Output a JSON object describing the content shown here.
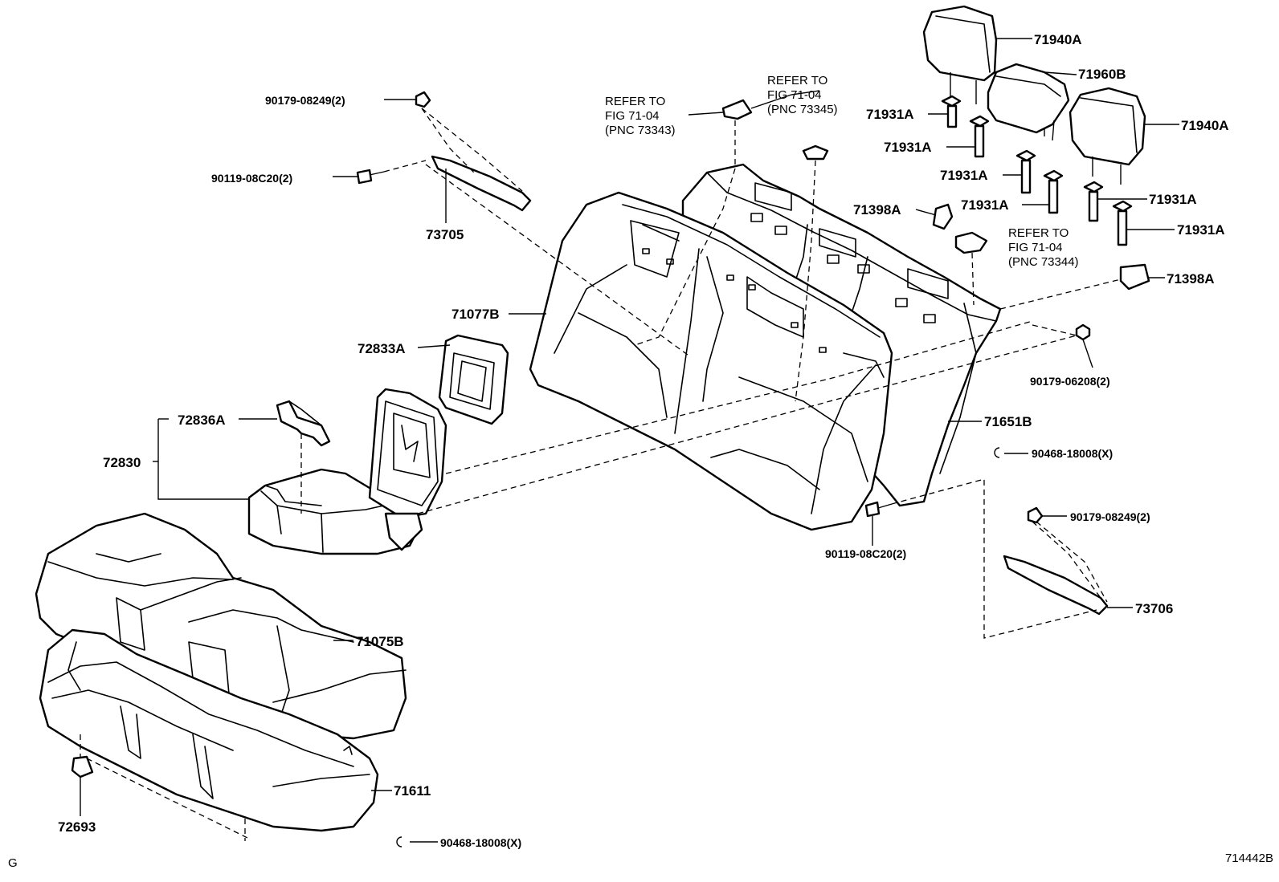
{
  "labels": {
    "p71940A_top": "71940A",
    "p71960B": "71960B",
    "p71940A_right": "71940A",
    "p71931A_1": "71931A",
    "p71931A_2": "71931A",
    "p71931A_3": "71931A",
    "p71931A_4": "71931A",
    "p71931A_5": "71931A",
    "p71931A_6": "71931A",
    "p71398A_1": "71398A",
    "p71398A_2": "71398A",
    "p90179_06208": "90179-06208(2)",
    "p71651B": "71651B",
    "p90468_18008_r": "90468-18008(X)",
    "p90179_08249_r": "90179-08249(2)",
    "p73706": "73706",
    "p90119_08C20_r": "90119-08C20(2)",
    "p90179_08249_l": "90179-08249(2)",
    "p90119_08C20_l": "90119-08C20(2)",
    "p73705": "73705",
    "p71077B": "71077B",
    "p72833A": "72833A",
    "p72836A": "72836A",
    "p72830": "72830",
    "p71075B": "71075B",
    "p71611": "71611",
    "p72693": "72693",
    "p90468_18008_b": "90468-18008(X)"
  },
  "refs": {
    "ref1": [
      "REFER TO",
      "FIG 71-04",
      "(PNC 73343)"
    ],
    "ref2": [
      "REFER TO",
      "FIG 71-04",
      "(PNC 73345)"
    ],
    "ref3": [
      "REFER TO",
      "FIG 71-04",
      "(PNC 73344)"
    ]
  },
  "corner": {
    "left": "G",
    "right": "714442B"
  }
}
